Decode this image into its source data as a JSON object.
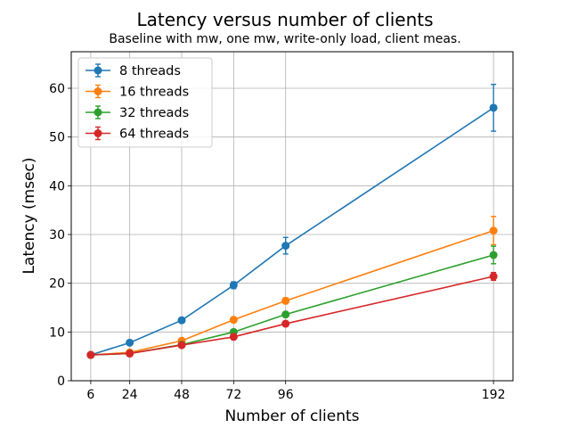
{
  "chart_data": {
    "type": "line",
    "title": "Latency versus number of clients",
    "subtitle": "Baseline with mw, one mw, write-only load, client meas.",
    "xlabel": "Number of clients",
    "ylabel": "Latency (msec)",
    "x": [
      6,
      24,
      48,
      72,
      96,
      192
    ],
    "xticks": [
      6,
      24,
      48,
      72,
      96,
      192
    ],
    "yticks": [
      0,
      10,
      20,
      30,
      40,
      50,
      60
    ],
    "xlim": [
      -3,
      201
    ],
    "ylim": [
      0,
      67.5
    ],
    "grid": true,
    "legend_position": "top-left",
    "series": [
      {
        "name": "8 threads",
        "color": "#1f77b4",
        "values": [
          5.3,
          7.8,
          12.4,
          19.6,
          27.7,
          56.0
        ],
        "errors": [
          0.3,
          0.4,
          0.5,
          0.7,
          1.7,
          4.8
        ]
      },
      {
        "name": "16 threads",
        "color": "#ff7f0e",
        "values": [
          5.3,
          5.8,
          8.2,
          12.5,
          16.4,
          30.8
        ],
        "errors": [
          0.3,
          0.3,
          0.4,
          0.5,
          0.6,
          2.9
        ]
      },
      {
        "name": "32 threads",
        "color": "#2ca02c",
        "values": [
          5.3,
          5.6,
          7.4,
          10.0,
          13.6,
          25.8
        ],
        "errors": [
          0.3,
          0.3,
          0.3,
          0.4,
          0.5,
          1.8
        ]
      },
      {
        "name": "64 threads",
        "color": "#d62728",
        "values": [
          5.3,
          5.6,
          7.3,
          9.0,
          11.7,
          21.4
        ],
        "errors": [
          0.3,
          0.3,
          0.3,
          0.3,
          0.4,
          0.8
        ]
      }
    ]
  }
}
